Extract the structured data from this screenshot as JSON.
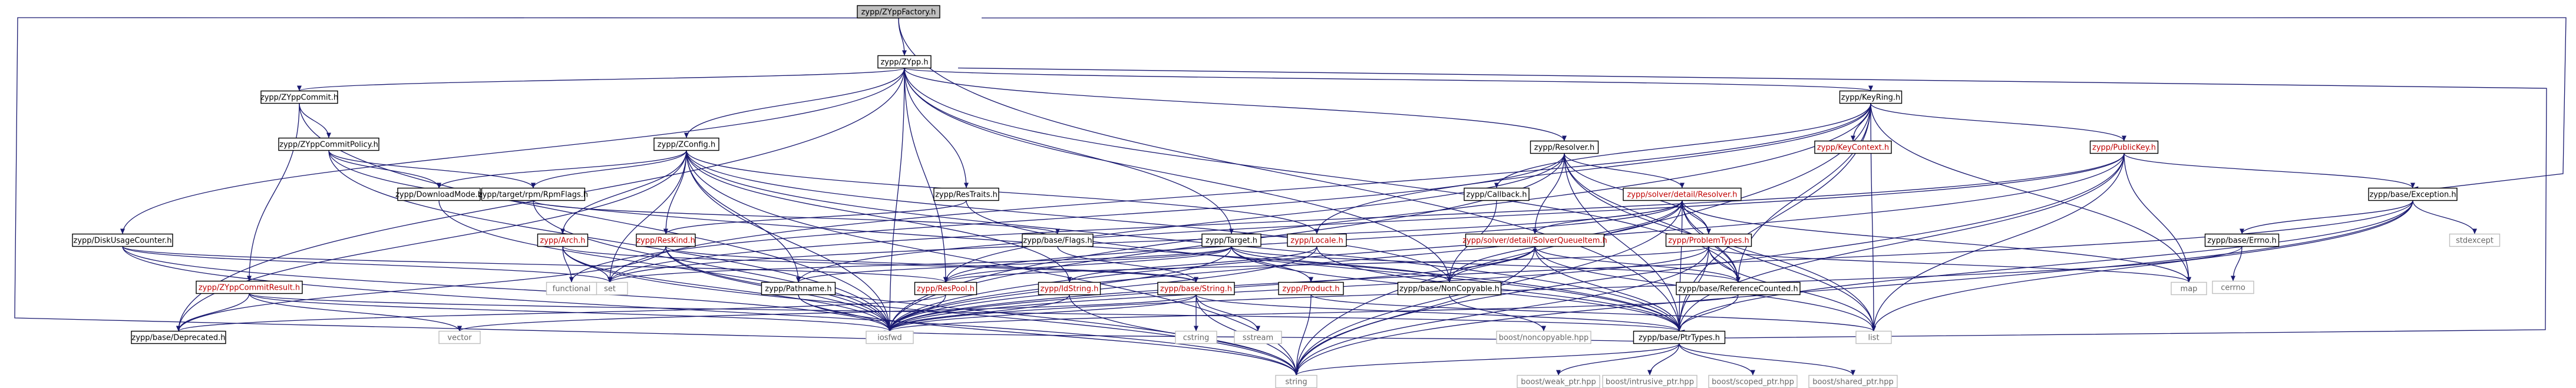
{
  "nodes": [
    {
      "id": "zypp_ZYppFactory_h",
      "label": "zypp/ZYppFactory.h",
      "style": "root"
    },
    {
      "id": "zypp_ZYpp_h",
      "label": "zypp/ZYpp.h",
      "style": "normal"
    },
    {
      "id": "zypp_ZYppCommit_h",
      "label": "zypp/ZYppCommit.h",
      "style": "normal"
    },
    {
      "id": "zypp_ZYppCommitPolicy_h",
      "label": "zypp/ZYppCommitPolicy.h",
      "style": "normal"
    },
    {
      "id": "zypp_ZConfig_h",
      "label": "zypp/ZConfig.h",
      "style": "normal"
    },
    {
      "id": "zypp_DiskUsageCounter_h",
      "label": "zypp/DiskUsageCounter.h",
      "style": "normal"
    },
    {
      "id": "zypp_ZYppCommitResult_h",
      "label": "zypp/ZYppCommitResult.h",
      "style": "red"
    },
    {
      "id": "zypp_base_Deprecated_h",
      "label": "zypp/base/Deprecated.h",
      "style": "normal"
    },
    {
      "id": "zypp_DownloadMode_h",
      "label": "zypp/DownloadMode.h",
      "style": "normal"
    },
    {
      "id": "zypp_target_rpm_RpmFlags_h",
      "label": "zypp/target/rpm/RpmFlags.h",
      "style": "normal"
    },
    {
      "id": "zypp_Arch_h",
      "label": "zypp/Arch.h",
      "style": "red"
    },
    {
      "id": "zypp_ResKind_h",
      "label": "zypp/ResKind.h",
      "style": "red"
    },
    {
      "id": "zypp_ResTraits_h",
      "label": "zypp/ResTraits.h",
      "style": "normal"
    },
    {
      "id": "zypp_base_Flags_h",
      "label": "zypp/base/Flags.h",
      "style": "normal"
    },
    {
      "id": "zypp_Target_h",
      "label": "zypp/Target.h",
      "style": "normal"
    },
    {
      "id": "zypp_Locale_h",
      "label": "zypp/Locale.h",
      "style": "red"
    },
    {
      "id": "zypp_Pathname_h",
      "label": "zypp/Pathname.h",
      "style": "normal"
    },
    {
      "id": "zypp_ResPool_h",
      "label": "zypp/ResPool.h",
      "style": "red"
    },
    {
      "id": "zypp_IdString_h",
      "label": "zypp/IdString.h",
      "style": "red"
    },
    {
      "id": "zypp_base_String_h",
      "label": "zypp/base/String.h",
      "style": "red"
    },
    {
      "id": "zypp_Product_h",
      "label": "zypp/Product.h",
      "style": "red"
    },
    {
      "id": "zypp_Resolver_h",
      "label": "zypp/Resolver.h",
      "style": "normal"
    },
    {
      "id": "zypp_Callback_h",
      "label": "zypp/Callback.h",
      "style": "normal"
    },
    {
      "id": "zypp_solver_detail_Resolver_h",
      "label": "zypp/solver/detail/Resolver.h",
      "style": "red"
    },
    {
      "id": "zypp_solver_detail_SolverQueueItem_h",
      "label": "zypp/solver/detail/SolverQueueItem.h",
      "style": "red"
    },
    {
      "id": "zypp_ProblemTypes_h",
      "label": "zypp/ProblemTypes.h",
      "style": "red"
    },
    {
      "id": "zypp_base_NonCopyable_h",
      "label": "zypp/base/NonCopyable.h",
      "style": "normal"
    },
    {
      "id": "zypp_base_ReferenceCounted_h",
      "label": "zypp/base/ReferenceCounted.h",
      "style": "normal"
    },
    {
      "id": "zypp_base_PtrTypes_h",
      "label": "zypp/base/PtrTypes.h",
      "style": "normal"
    },
    {
      "id": "zypp_KeyRing_h",
      "label": "zypp/KeyRing.h",
      "style": "normal"
    },
    {
      "id": "zypp_KeyContext_h",
      "label": "zypp/KeyContext.h",
      "style": "red"
    },
    {
      "id": "zypp_PublicKey_h",
      "label": "zypp/PublicKey.h",
      "style": "red"
    },
    {
      "id": "zypp_base_Exception_h",
      "label": "zypp/base/Exception.h",
      "style": "normal"
    },
    {
      "id": "zypp_base_Errno_h",
      "label": "zypp/base/Errno.h",
      "style": "normal"
    },
    {
      "id": "stdexcept",
      "label": "stdexcept",
      "style": "gray"
    },
    {
      "id": "cerrno",
      "label": "cerrno",
      "style": "gray"
    },
    {
      "id": "map",
      "label": "map",
      "style": "gray"
    },
    {
      "id": "set",
      "label": "set",
      "style": "gray"
    },
    {
      "id": "list",
      "label": "list",
      "style": "gray"
    },
    {
      "id": "functional",
      "label": "functional",
      "style": "gray"
    },
    {
      "id": "vector",
      "label": "vector",
      "style": "gray"
    },
    {
      "id": "iosfwd",
      "label": "iosfwd",
      "style": "gray"
    },
    {
      "id": "string",
      "label": "string",
      "style": "gray"
    },
    {
      "id": "cstring",
      "label": "cstring",
      "style": "gray"
    },
    {
      "id": "sstream",
      "label": "sstream",
      "style": "gray"
    },
    {
      "id": "boost_noncopyable_hpp",
      "label": "boost/noncopyable.hpp",
      "style": "gray"
    },
    {
      "id": "boost_weak_ptr_hpp",
      "label": "boost/weak_ptr.hpp",
      "style": "gray"
    },
    {
      "id": "boost_intrusive_ptr_hpp",
      "label": "boost/intrusive_ptr.hpp",
      "style": "gray"
    },
    {
      "id": "boost_scoped_ptr_hpp",
      "label": "boost/scoped_ptr.hpp",
      "style": "gray"
    },
    {
      "id": "boost_shared_ptr_hpp",
      "label": "boost/shared_ptr.hpp",
      "style": "gray"
    }
  ],
  "edges": [
    [
      "zypp_ZYppFactory_h",
      "zypp_ZYpp_h"
    ],
    [
      "zypp_ZYppFactory_h",
      "zypp_base_PtrTypes_h"
    ],
    [
      "zypp_ZYppFactory_h",
      "zypp_base_Exception_h"
    ],
    [
      "zypp_ZYppFactory_h",
      "iosfwd"
    ],
    [
      "zypp_ZYpp_h",
      "zypp_ZYppCommit_h"
    ],
    [
      "zypp_ZYpp_h",
      "zypp_ZConfig_h"
    ],
    [
      "zypp_ZYpp_h",
      "zypp_DiskUsageCounter_h"
    ],
    [
      "zypp_ZYpp_h",
      "zypp_ResTraits_h"
    ],
    [
      "zypp_ZYpp_h",
      "zypp_Target_h"
    ],
    [
      "zypp_ZYpp_h",
      "zypp_Resolver_h"
    ],
    [
      "zypp_ZYpp_h",
      "zypp_KeyRing_h"
    ],
    [
      "zypp_ZYpp_h",
      "zypp_base_NonCopyable_h"
    ],
    [
      "zypp_ZYpp_h",
      "zypp_base_ReferenceCounted_h"
    ],
    [
      "zypp_ZYpp_h",
      "zypp_base_PtrTypes_h"
    ],
    [
      "zypp_ZYpp_h",
      "zypp_base_Deprecated_h"
    ],
    [
      "zypp_ZYpp_h",
      "iosfwd"
    ],
    [
      "zypp_ZYpp_h",
      "zypp_ResPool_h"
    ],
    [
      "zypp_ZYppCommit_h",
      "zypp_ZYppCommitPolicy_h"
    ],
    [
      "zypp_ZYppCommit_h",
      "zypp_ZYppCommitResult_h"
    ],
    [
      "zypp_ZYppCommit_h",
      "iosfwd"
    ],
    [
      "zypp_ZYppCommitPolicy_h",
      "zypp_DownloadMode_h"
    ],
    [
      "zypp_ZYppCommitPolicy_h",
      "zypp_target_rpm_RpmFlags_h"
    ],
    [
      "zypp_ZYppCommitPolicy_h",
      "zypp_base_PtrTypes_h"
    ],
    [
      "zypp_ZYppCommitPolicy_h",
      "iosfwd"
    ],
    [
      "zypp_ZYppCommitResult_h",
      "vector"
    ],
    [
      "zypp_ZYppCommitResult_h",
      "zypp_base_PtrTypes_h"
    ],
    [
      "zypp_ZYppCommitResult_h",
      "zypp_base_Deprecated_h"
    ],
    [
      "zypp_ZYppCommitResult_h",
      "iosfwd"
    ],
    [
      "zypp_DiskUsageCounter_h",
      "zypp_ResPool_h"
    ],
    [
      "zypp_DiskUsageCounter_h",
      "set"
    ],
    [
      "zypp_DiskUsageCounter_h",
      "string"
    ],
    [
      "zypp_DiskUsageCounter_h",
      "iosfwd"
    ],
    [
      "zypp_ZConfig_h",
      "zypp_Arch_h"
    ],
    [
      "zypp_ZConfig_h",
      "zypp_Locale_h"
    ],
    [
      "zypp_ZConfig_h",
      "zypp_Pathname_h"
    ],
    [
      "zypp_ZConfig_h",
      "zypp_IdString_h"
    ],
    [
      "zypp_ZConfig_h",
      "zypp_DownloadMode_h"
    ],
    [
      "zypp_ZConfig_h",
      "zypp_target_rpm_RpmFlags_h"
    ],
    [
      "zypp_ZConfig_h",
      "zypp_base_NonCopyable_h"
    ],
    [
      "zypp_ZConfig_h",
      "zypp_base_PtrTypes_h"
    ],
    [
      "zypp_ZConfig_h",
      "zypp_ResKind_h"
    ],
    [
      "zypp_ZConfig_h",
      "set"
    ],
    [
      "zypp_ZConfig_h",
      "string"
    ],
    [
      "zypp_ZConfig_h",
      "iosfwd"
    ],
    [
      "zypp_ZConfig_h",
      "zypp_base_Deprecated_h"
    ],
    [
      "zypp_DownloadMode_h",
      "iosfwd"
    ],
    [
      "zypp_target_rpm_RpmFlags_h",
      "zypp_base_Flags_h"
    ],
    [
      "zypp_target_rpm_RpmFlags_h",
      "iosfwd"
    ],
    [
      "zypp_Arch_h",
      "iosfwd"
    ],
    [
      "zypp_Arch_h",
      "functional"
    ],
    [
      "zypp_Arch_h",
      "set"
    ],
    [
      "zypp_Arch_h",
      "string"
    ],
    [
      "zypp_Arch_h",
      "zypp_base_String_h"
    ],
    [
      "zypp_ResKind_h",
      "iosfwd"
    ],
    [
      "zypp_ResKind_h",
      "string"
    ],
    [
      "zypp_ResKind_h",
      "zypp_base_String_h"
    ],
    [
      "zypp_ResKind_h",
      "zypp_base_Deprecated_h"
    ],
    [
      "zypp_ResTraits_h",
      "zypp_base_PtrTypes_h"
    ],
    [
      "zypp_ResTraits_h",
      "zypp_ResKind_h"
    ],
    [
      "zypp_base_Flags_h",
      "zypp_base_String_h"
    ],
    [
      "zypp_Target_h",
      "iosfwd"
    ],
    [
      "zypp_Target_h",
      "zypp_base_ReferenceCounted_h"
    ],
    [
      "zypp_Target_h",
      "zypp_base_NonCopyable_h"
    ],
    [
      "zypp_Target_h",
      "zypp_base_PtrTypes_h"
    ],
    [
      "zypp_Target_h",
      "zypp_Product_h"
    ],
    [
      "zypp_Target_h",
      "zypp_Pathname_h"
    ],
    [
      "zypp_Target_h",
      "zypp_ResPool_h"
    ],
    [
      "zypp_Target_h",
      "set"
    ],
    [
      "zypp_Locale_h",
      "iosfwd"
    ],
    [
      "zypp_Locale_h",
      "zypp_IdString_h"
    ],
    [
      "zypp_Locale_h",
      "zypp_base_PtrTypes_h"
    ],
    [
      "zypp_Pathname_h",
      "iosfwd"
    ],
    [
      "zypp_Pathname_h",
      "string"
    ],
    [
      "zypp_ResPool_h",
      "iosfwd"
    ],
    [
      "zypp_ResPool_h",
      "zypp_base_Deprecated_h"
    ],
    [
      "zypp_IdString_h",
      "iosfwd"
    ],
    [
      "zypp_IdString_h",
      "string"
    ],
    [
      "zypp_base_String_h",
      "cstring"
    ],
    [
      "zypp_base_String_h",
      "iosfwd"
    ],
    [
      "zypp_base_String_h",
      "vector"
    ],
    [
      "zypp_base_String_h",
      "string"
    ],
    [
      "zypp_base_String_h",
      "sstream"
    ],
    [
      "zypp_base_String_h",
      "zypp_base_PtrTypes_h"
    ],
    [
      "zypp_Product_h",
      "list"
    ],
    [
      "zypp_Product_h",
      "string"
    ],
    [
      "zypp_Resolver_h",
      "list"
    ],
    [
      "zypp_Resolver_h",
      "zypp_base_ReferenceCounted_h"
    ],
    [
      "zypp_Resolver_h",
      "zypp_base_PtrTypes_h"
    ],
    [
      "zypp_Resolver_h",
      "zypp_ResPool_h"
    ],
    [
      "zypp_Resolver_h",
      "zypp_solver_detail_Resolver_h"
    ],
    [
      "zypp_Resolver_h",
      "zypp_solver_detail_SolverQueueItem_h"
    ],
    [
      "zypp_Resolver_h",
      "zypp_ProblemTypes_h"
    ],
    [
      "zypp_Resolver_h",
      "iosfwd"
    ],
    [
      "zypp_Resolver_h",
      "functional"
    ],
    [
      "zypp_solver_detail_Resolver_h",
      "iosfwd"
    ],
    [
      "zypp_solver_detail_Resolver_h",
      "list"
    ],
    [
      "zypp_solver_detail_Resolver_h",
      "map"
    ],
    [
      "zypp_solver_detail_Resolver_h",
      "string"
    ],
    [
      "zypp_solver_detail_Resolver_h",
      "zypp_base_ReferenceCounted_h"
    ],
    [
      "zypp_solver_detail_Resolver_h",
      "zypp_base_PtrTypes_h"
    ],
    [
      "zypp_solver_detail_Resolver_h",
      "zypp_ResPool_h"
    ],
    [
      "zypp_solver_detail_Resolver_h",
      "zypp_base_NonCopyable_h"
    ],
    [
      "zypp_solver_detail_Resolver_h",
      "zypp_ProblemTypes_h"
    ],
    [
      "zypp_solver_detail_Resolver_h",
      "zypp_solver_detail_SolverQueueItem_h"
    ],
    [
      "zypp_solver_detail_Resolver_h",
      "set"
    ],
    [
      "zypp_solver_detail_SolverQueueItem_h",
      "iosfwd"
    ],
    [
      "zypp_solver_detail_SolverQueueItem_h",
      "list"
    ],
    [
      "zypp_solver_detail_SolverQueueItem_h",
      "string"
    ],
    [
      "zypp_solver_detail_SolverQueueItem_h",
      "zypp_base_ReferenceCounted_h"
    ],
    [
      "zypp_solver_detail_SolverQueueItem_h",
      "zypp_base_NonCopyable_h"
    ],
    [
      "zypp_solver_detail_SolverQueueItem_h",
      "zypp_base_PtrTypes_h"
    ],
    [
      "zypp_ProblemTypes_h",
      "iosfwd"
    ],
    [
      "zypp_ProblemTypes_h",
      "list"
    ],
    [
      "zypp_ProblemTypes_h",
      "map"
    ],
    [
      "zypp_ProblemTypes_h",
      "string"
    ],
    [
      "zypp_ProblemTypes_h",
      "zypp_base_ReferenceCounted_h"
    ],
    [
      "zypp_ProblemTypes_h",
      "zypp_base_PtrTypes_h"
    ],
    [
      "zypp_ProblemTypes_h",
      "zypp_ResPool_h"
    ],
    [
      "zypp_base_NonCopyable_h",
      "boost_noncopyable_hpp"
    ],
    [
      "zypp_base_ReferenceCounted_h",
      "iosfwd"
    ],
    [
      "zypp_base_ReferenceCounted_h",
      "zypp_base_PtrTypes_h"
    ],
    [
      "zypp_base_PtrTypes_h",
      "string"
    ],
    [
      "zypp_base_PtrTypes_h",
      "iosfwd"
    ],
    [
      "zypp_base_PtrTypes_h",
      "boost_scoped_ptr_hpp"
    ],
    [
      "zypp_base_PtrTypes_h",
      "boost_shared_ptr_hpp"
    ],
    [
      "zypp_base_PtrTypes_h",
      "boost_weak_ptr_hpp"
    ],
    [
      "zypp_base_PtrTypes_h",
      "boost_intrusive_ptr_hpp"
    ],
    [
      "zypp_Callback_h",
      "zypp_base_NonCopyable_h"
    ],
    [
      "zypp_KeyRing_h",
      "iosfwd"
    ],
    [
      "zypp_KeyRing_h",
      "map"
    ],
    [
      "zypp_KeyRing_h",
      "list"
    ],
    [
      "zypp_KeyRing_h",
      "set"
    ],
    [
      "zypp_KeyRing_h",
      "string"
    ],
    [
      "zypp_KeyRing_h",
      "zypp_base_ReferenceCounted_h"
    ],
    [
      "zypp_KeyRing_h",
      "zypp_Callback_h"
    ],
    [
      "zypp_KeyRing_h",
      "zypp_base_PtrTypes_h"
    ],
    [
      "zypp_KeyRing_h",
      "zypp_Locale_h"
    ],
    [
      "zypp_KeyRing_h",
      "zypp_PublicKey_h"
    ],
    [
      "zypp_KeyRing_h",
      "zypp_KeyContext_h"
    ],
    [
      "zypp_PublicKey_h",
      "iosfwd"
    ],
    [
      "zypp_PublicKey_h",
      "map"
    ],
    [
      "zypp_PublicKey_h",
      "list"
    ],
    [
      "zypp_PublicKey_h",
      "set"
    ],
    [
      "zypp_PublicKey_h",
      "string"
    ],
    [
      "zypp_PublicKey_h",
      "zypp_base_Exception_h"
    ],
    [
      "zypp_PublicKey_h",
      "zypp_base_PtrTypes_h"
    ],
    [
      "zypp_PublicKey_h",
      "zypp_Pathname_h"
    ],
    [
      "zypp_base_Exception_h",
      "iosfwd"
    ],
    [
      "zypp_base_Exception_h",
      "list"
    ],
    [
      "zypp_base_Exception_h",
      "stdexcept"
    ],
    [
      "zypp_base_Exception_h",
      "zypp_base_Errno_h"
    ],
    [
      "zypp_base_Exception_h",
      "zypp_base_PtrTypes_h"
    ],
    [
      "zypp_base_Exception_h",
      "string"
    ],
    [
      "zypp_base_Errno_h",
      "cerrno"
    ],
    [
      "zypp_base_Errno_h",
      "iosfwd"
    ]
  ]
}
